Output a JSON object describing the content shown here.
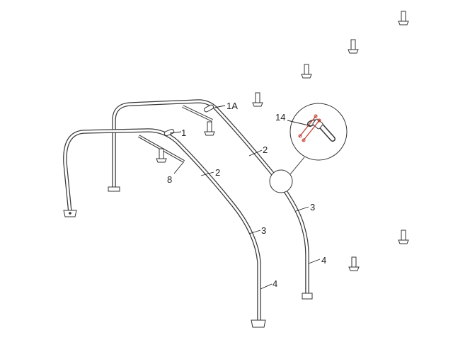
{
  "labels": {
    "frame_top_forward": "1",
    "frame_top_rear": "1A",
    "hoop_upper_front": "2",
    "hoop_upper_rear": "2",
    "hoop_lower_front": "3",
    "hoop_lower_rear": "3",
    "leg_front": "4",
    "leg_rear": "4",
    "brace": "8",
    "detail_callout": "14"
  },
  "colors": {
    "line": "#3a3a3a",
    "accent_detail": "#c0392b",
    "background": "#ffffff"
  }
}
